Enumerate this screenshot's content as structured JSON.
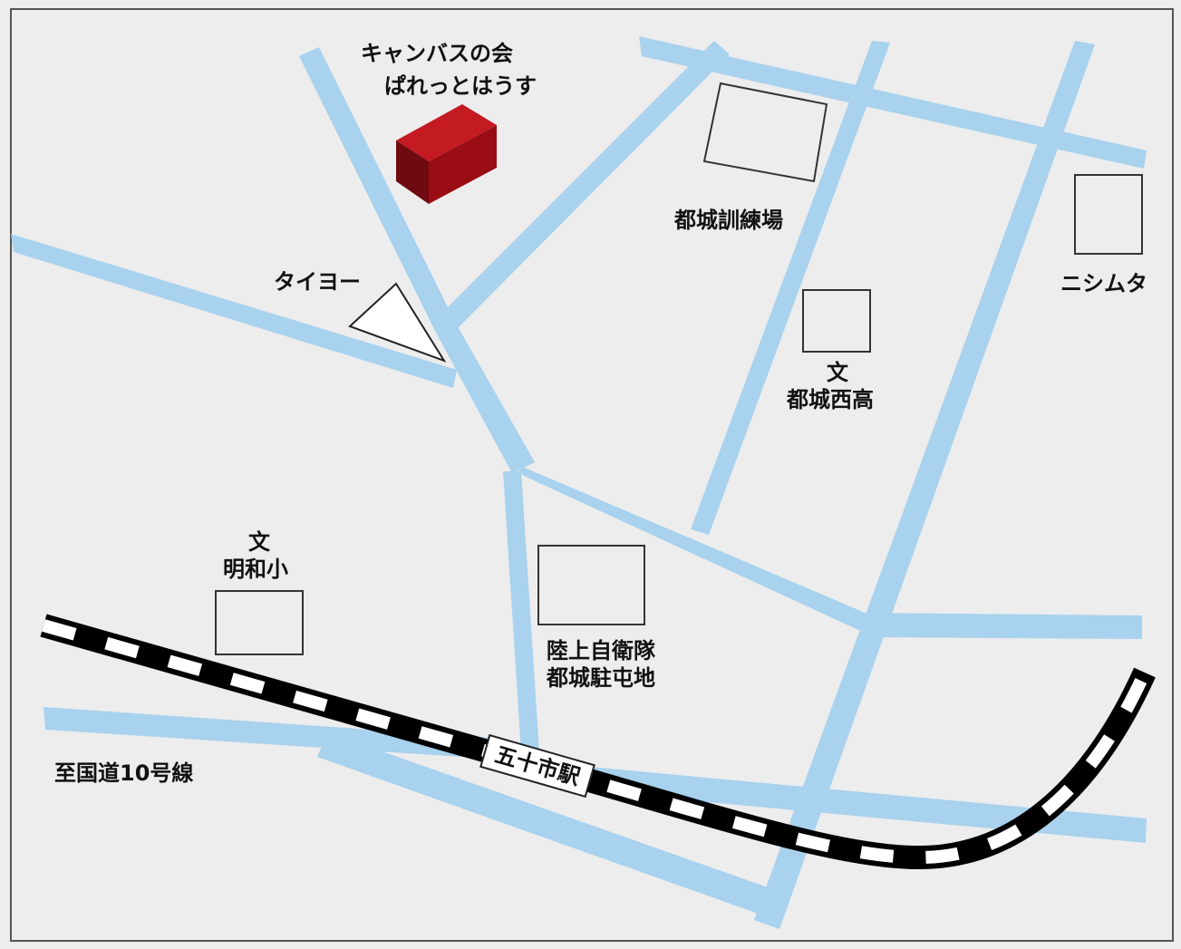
{
  "colors": {
    "road": "#a8d2ee",
    "background": "#ededed",
    "destination": "#a80f17",
    "rail_dark": "#000000",
    "rail_light": "#ffffff"
  },
  "landmarks": {
    "destination_line1": "キャンバスの会",
    "destination_line2": "ぱれっとはうす",
    "taiyo": "タイヨー",
    "training": "都城訓練場",
    "nishimuta": "ニシムタ",
    "school_symbol": "文",
    "west_high": "都城西高",
    "meiwa": "明和小",
    "jsdf_line1": "陸上自衛隊",
    "jsdf_line2": "都城駐屯地",
    "station": "五十市駅",
    "route10": "至国道10号線"
  },
  "icons": {
    "destination": "red-building-icon",
    "taiyo": "triangle-store-icon",
    "railway": "railway-track-icon"
  }
}
